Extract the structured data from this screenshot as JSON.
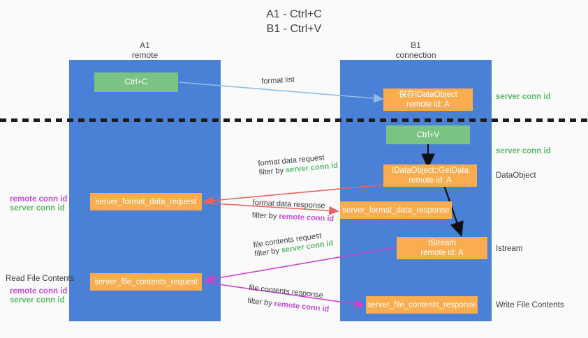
{
  "title": "A1 - Ctrl+C\nB1 - Ctrl+V",
  "columns": [
    {
      "name": "A1",
      "sub": "remote"
    },
    {
      "name": "B1",
      "sub": "connection"
    }
  ],
  "boxes": {
    "ctrl_c": {
      "line1": "Ctrl+C",
      "line2": "",
      "color": "#7ac383"
    },
    "idataobject_created": {
      "line1": "保存IDataObject",
      "line2": "remote id: A",
      "color": "#f9ad4e"
    },
    "ctrl_v": {
      "line1": "Ctrl+V",
      "line2": "",
      "color": "#7ac383"
    },
    "getdata": {
      "line1": "IDataObject::GetData",
      "line2": "remote id: A",
      "color": "#f9ad4e"
    },
    "format_data_request": {
      "line1": "server_format_data_request",
      "line2": "",
      "color": "#f9ad4e"
    },
    "format_data_response": {
      "line1": "server_format_data_response",
      "line2": "",
      "color": "#f9ad4e"
    },
    "istream": {
      "line1": "IStream",
      "line2": "remote id: A",
      "color": "#f9ad4e"
    },
    "file_contents_request": {
      "line1": "server_file_contents_request",
      "line2": "",
      "color": "#f9ad4e"
    },
    "file_contents_response": {
      "line1": "server_file_contents_response",
      "line2": "",
      "color": "#f9ad4e"
    }
  },
  "arrow_labels": {
    "format_list": "format list",
    "format_data_request_l1": "format data request",
    "format_data_request_l2_prefix": "filter by ",
    "format_data_request_l2_value": "server conn id",
    "format_data_response_l1": "format data response",
    "format_data_response_l2_prefix": "filter by ",
    "format_data_response_l2_value": "remote conn id",
    "file_contents_request_l1": "file contents request",
    "file_contents_request_l2_prefix": "filter by ",
    "file_contents_request_l2_value": "server conn id",
    "file_contents_response_l1": "file contents response",
    "file_contents_response_l2_prefix": "filter by ",
    "file_contents_response_l2_value": "remote conn id"
  },
  "right_labels": {
    "server_conn_id_top": "server conn id",
    "server_conn_id_second": "server conn id",
    "dataobject": "DataObject",
    "istream": "Istream",
    "write_file_contents": "Write File Contents"
  },
  "left_labels": {
    "remote_conn_id_1": "remote conn id",
    "server_conn_id_1": "server conn id",
    "read_file_contents": "Read File Contents",
    "remote_conn_id_2": "remote conn id",
    "server_conn_id_2": "server conn id"
  },
  "colors": {
    "lane_blue": "#4a80d6",
    "box_orange": "#f9ad4e",
    "box_green": "#7ac383",
    "accent_green_text": "#5fb96a",
    "accent_purple_text": "#c04fd0",
    "arrow_lightblue": "#8fbdea",
    "arrow_red": "#e8635f",
    "arrow_magenta": "#cc44cc",
    "arrow_black": "#111111",
    "background": "#fafafa"
  }
}
